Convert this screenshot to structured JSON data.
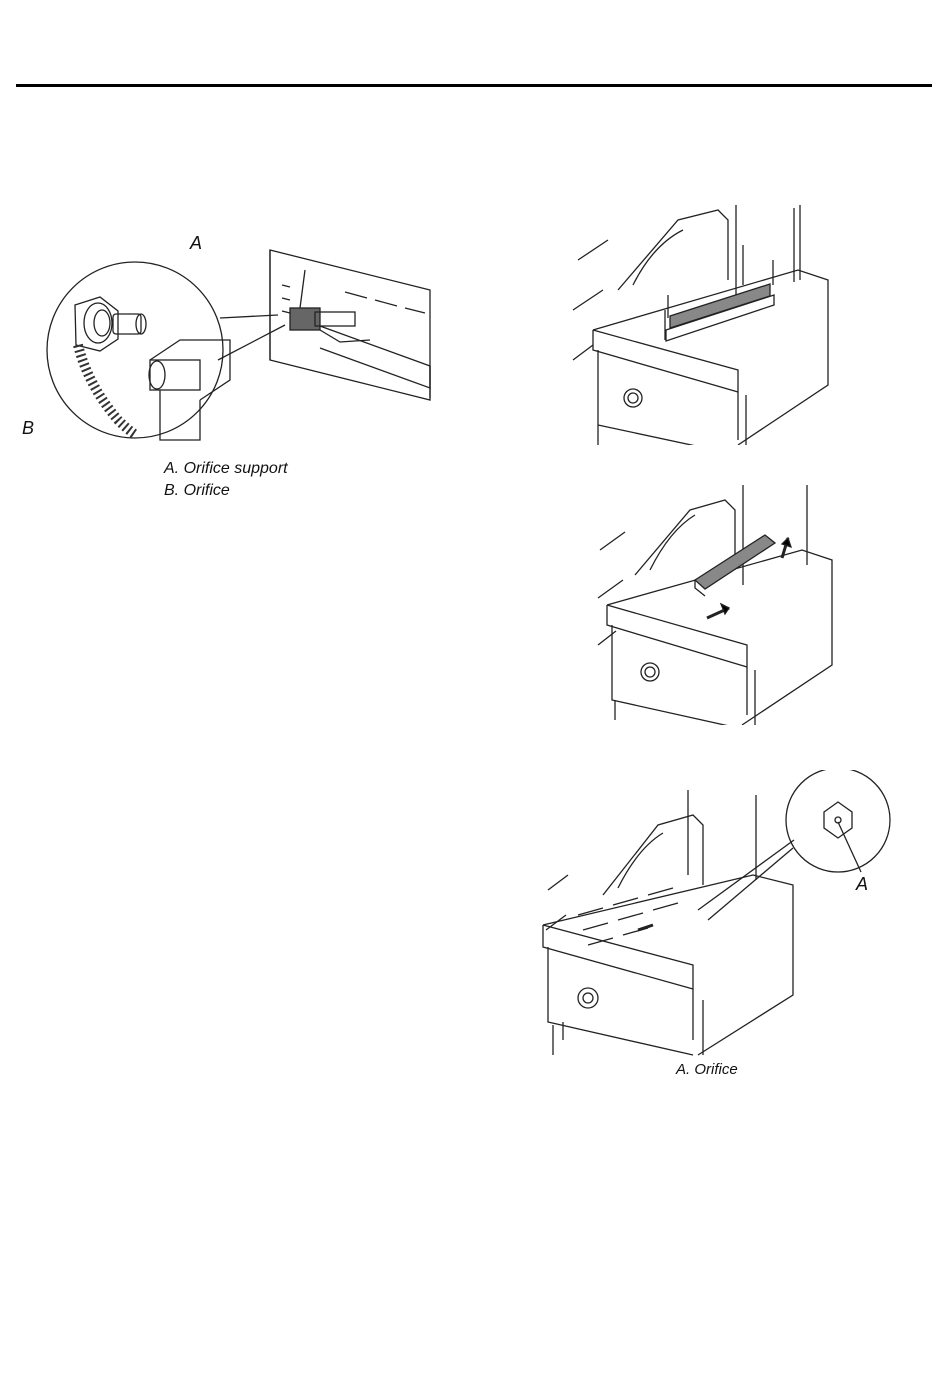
{
  "figure1": {
    "callout_a": "A",
    "callout_b": "B",
    "captions": [
      "A. Orifice support",
      "B. Orifice"
    ]
  },
  "figure4": {
    "callout_a": "A",
    "caption": "A. Orifice"
  }
}
